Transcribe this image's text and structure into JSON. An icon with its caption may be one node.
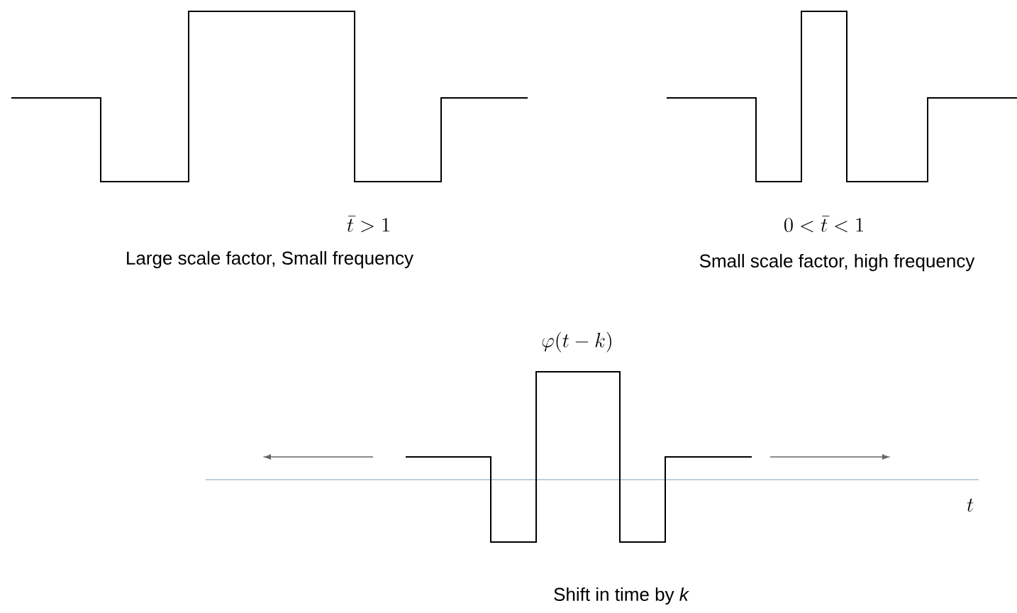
{
  "diagram": {
    "labels": [
      "\\bar{t} > 1",
      "Large scale factor, Small frequency",
      "0 < \\bar{t} < 1",
      "Small scale factor, high frequency",
      "\\varphi(t - k)",
      "t",
      "Shift in time by *k*"
    ]
  }
}
